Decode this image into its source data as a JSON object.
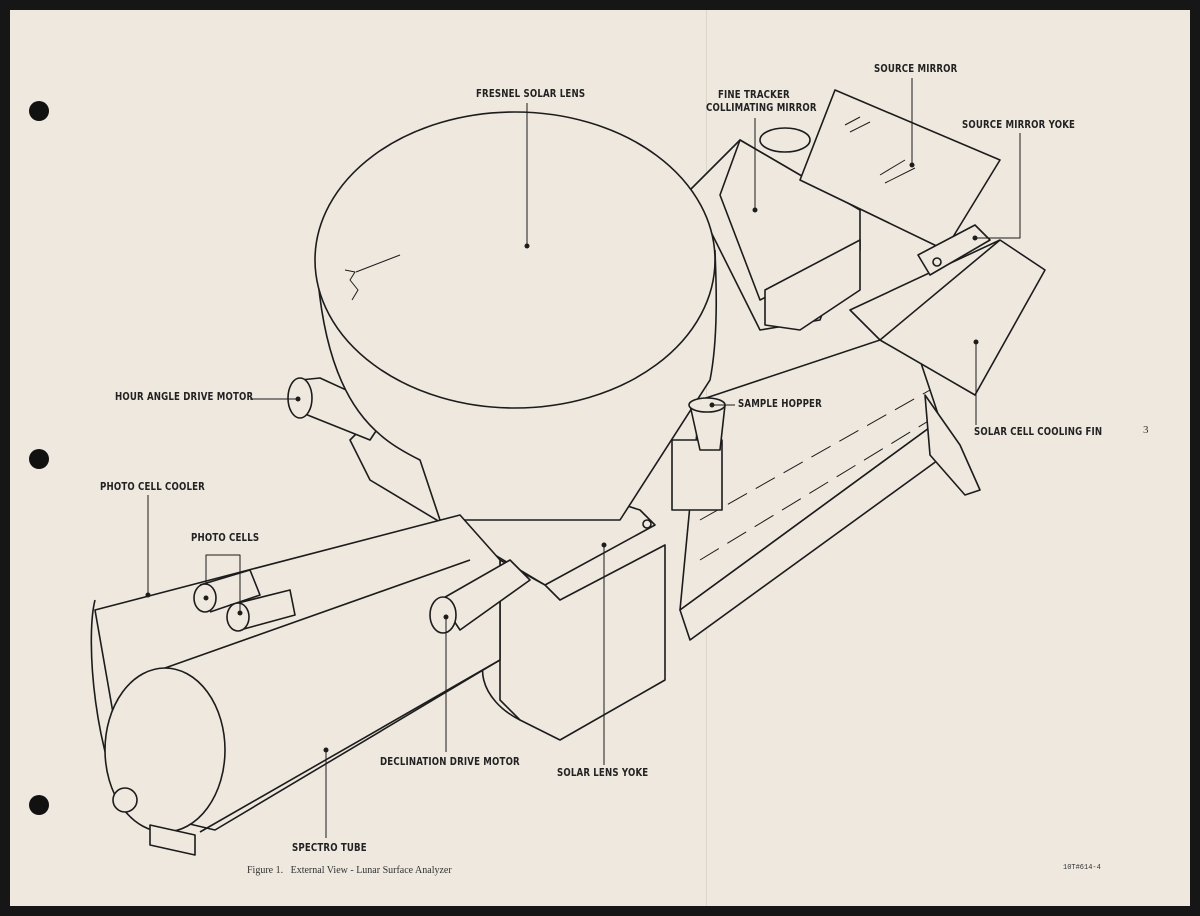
{
  "labels": {
    "fresnel_solar_lens": "FRESNEL SOLAR LENS",
    "fine_tracker": "FINE TRACKER",
    "collimating_mirror": "COLLIMATING MIRROR",
    "source_mirror": "SOURCE MIRROR",
    "source_mirror_yoke": "SOURCE MIRROR YOKE",
    "hour_angle_drive_motor": "HOUR ANGLE DRIVE MOTOR",
    "sample_hopper": "SAMPLE HOPPER",
    "solar_cell_cooling_fin": "SOLAR CELL COOLING FIN",
    "photo_cell_cooler": "PHOTO CELL COOLER",
    "photo_cells": "PHOTO CELLS",
    "declination_drive_motor": "DECLINATION DRIVE MOTOR",
    "solar_lens_yoke": "SOLAR LENS YOKE",
    "spectro_tube": "SPECTRO TUBE"
  },
  "page_number": "3",
  "caption": "Figure 1.   External View - Lunar Surface Analyzer",
  "doc_code": "10T#614-4"
}
